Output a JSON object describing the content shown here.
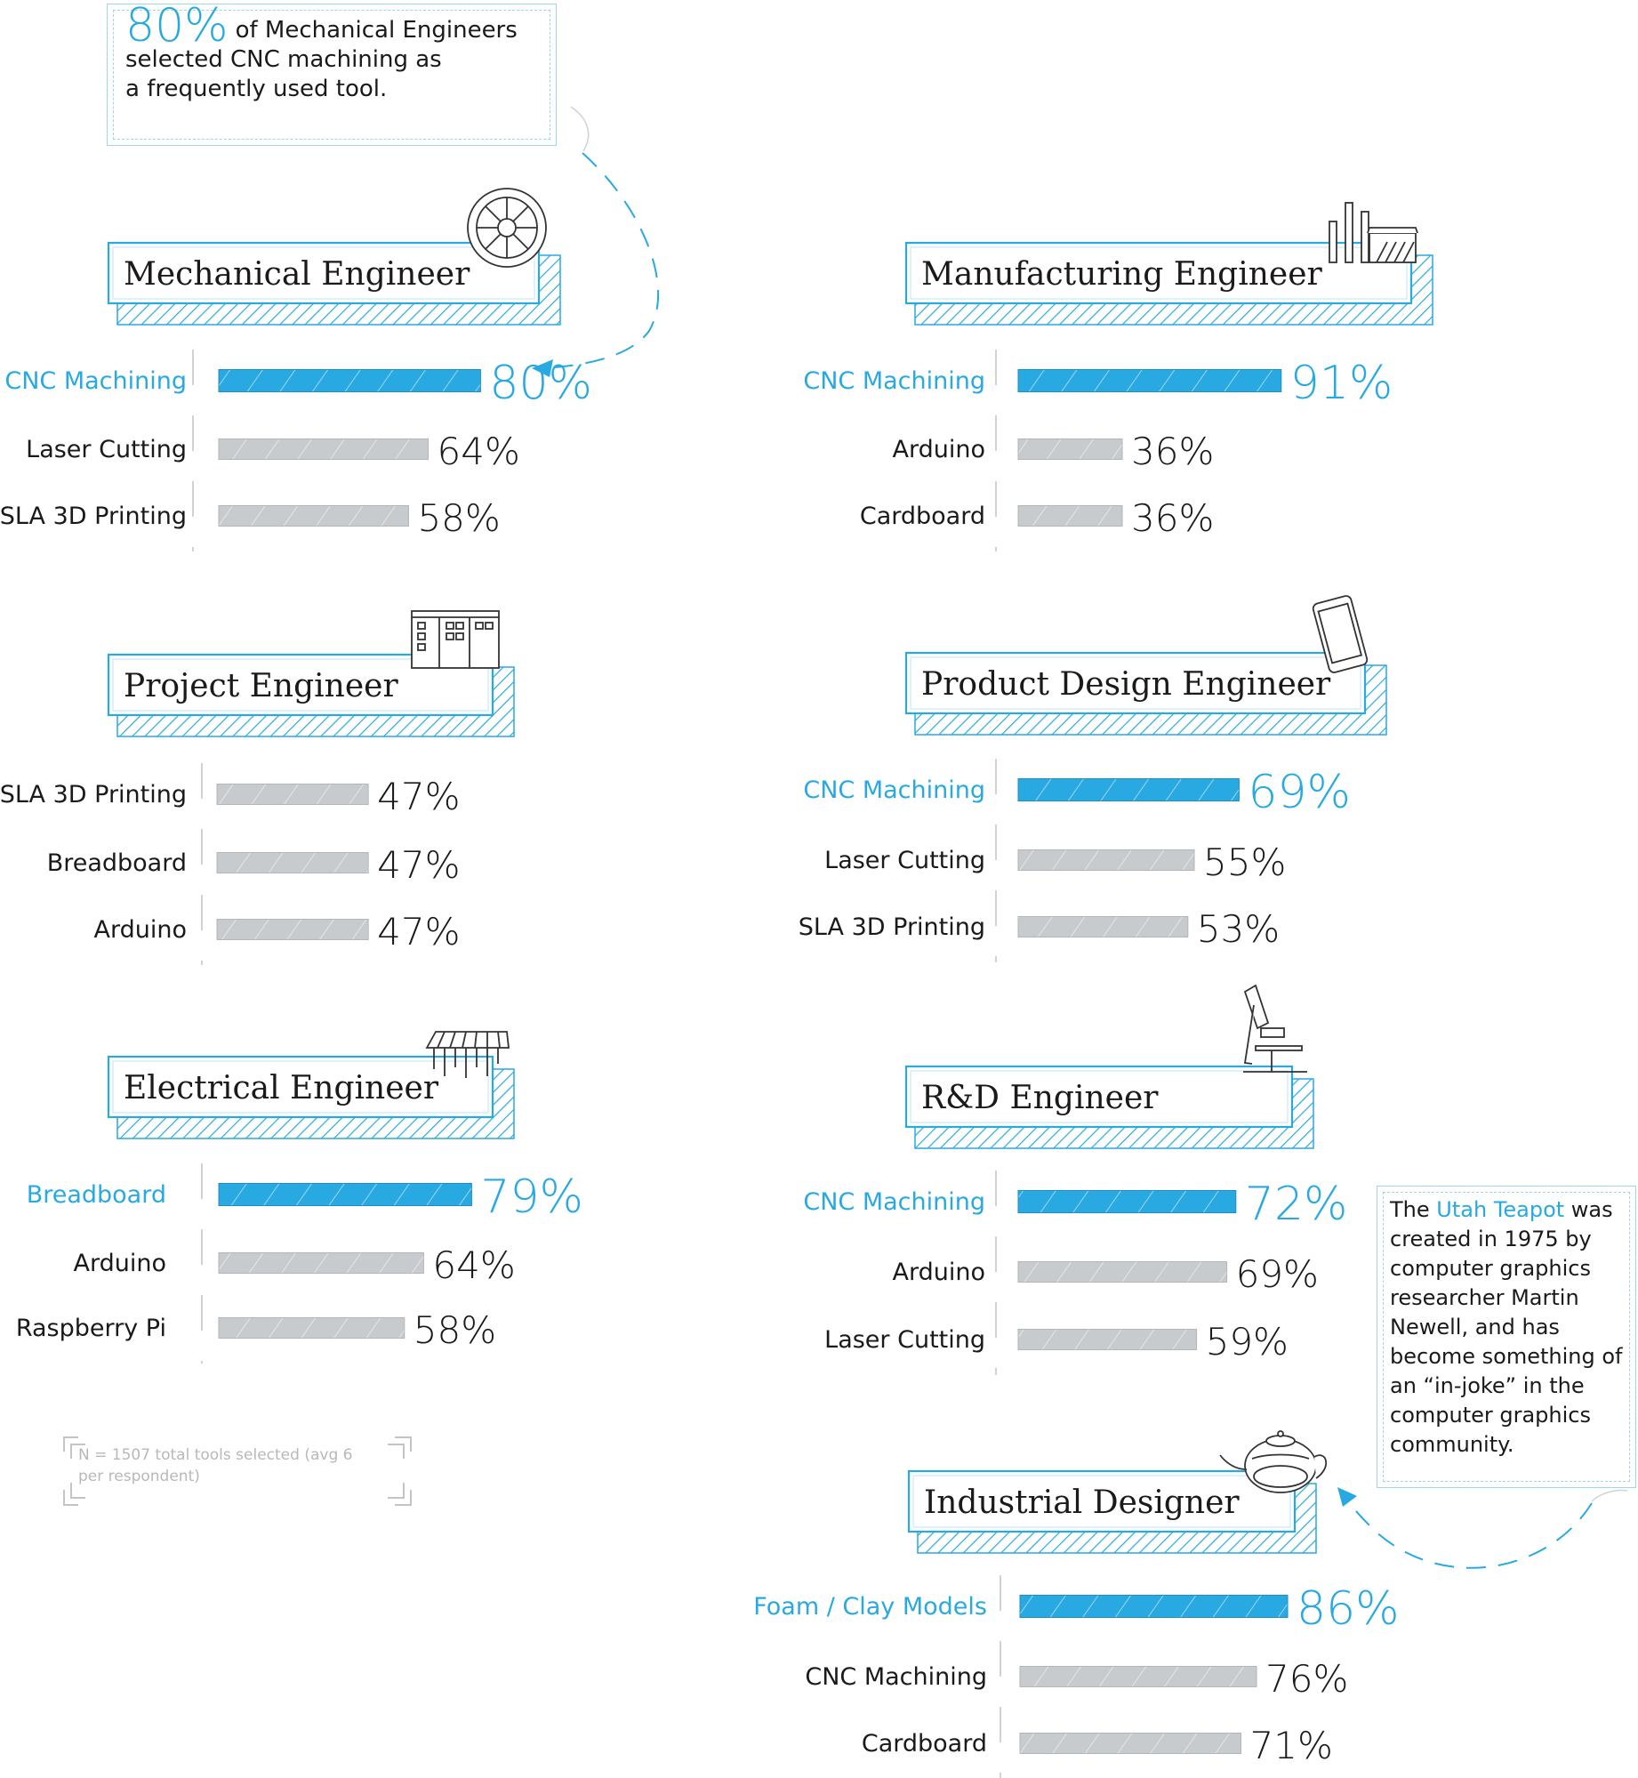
{
  "colors": {
    "accent": "#29a9e1",
    "bar_gray": "#c8cbcd",
    "text": "#1a1a1a",
    "note": "#b8b8b8"
  },
  "callout_top": {
    "big": "80%",
    "line1": "of Mechanical Engineers",
    "line2": "selected CNC machining as",
    "line3": "a frequently used tool."
  },
  "callout_teapot": {
    "t1": "The ",
    "hl": "Utah Teapot",
    "t2": " was created in 1975 by computer graphics researcher Martin Newell, and has become something of an “in-joke” in the computer graphics community."
  },
  "note": "N = 1507 total tools selected (avg 6 per respondent)",
  "icons": [
    "gear-icon",
    "factory-icon",
    "kanban-board-icon",
    "smartphone-icon",
    "microchip-icon",
    "microscope-icon",
    "teapot-icon"
  ],
  "chart_data": [
    {
      "type": "bar",
      "title": "Mechanical Engineer",
      "icon": "gear-icon",
      "categories": [
        "CNC Machining",
        "Laser Cutting",
        "SLA 3D Printing"
      ],
      "values": [
        80,
        64,
        58
      ],
      "unit": "%",
      "highlight_index": 0
    },
    {
      "type": "bar",
      "title": "Manufacturing Engineer",
      "icon": "factory-icon",
      "categories": [
        "CNC Machining",
        "Arduino",
        "Cardboard"
      ],
      "values": [
        91,
        36,
        36
      ],
      "unit": "%",
      "highlight_index": 0
    },
    {
      "type": "bar",
      "title": "Project Engineer",
      "icon": "kanban-board-icon",
      "categories": [
        "SLA 3D Printing",
        "Breadboard",
        "Arduino"
      ],
      "values": [
        47,
        47,
        47
      ],
      "unit": "%",
      "highlight_index": -1
    },
    {
      "type": "bar",
      "title": "Product Design Engineer",
      "icon": "smartphone-icon",
      "categories": [
        "CNC Machining",
        "Laser Cutting",
        "SLA 3D Printing"
      ],
      "values": [
        69,
        55,
        53
      ],
      "unit": "%",
      "highlight_index": 0
    },
    {
      "type": "bar",
      "title": "Electrical Engineer",
      "icon": "microchip-icon",
      "categories": [
        "Breadboard",
        "Arduino",
        "Raspberry Pi"
      ],
      "values": [
        79,
        64,
        58
      ],
      "unit": "%",
      "highlight_index": 0
    },
    {
      "type": "bar",
      "title": "R&D Engineer",
      "icon": "microscope-icon",
      "categories": [
        "CNC Machining",
        "Arduino",
        "Laser Cutting"
      ],
      "values": [
        72,
        69,
        59
      ],
      "unit": "%",
      "highlight_index": 0
    },
    {
      "type": "bar",
      "title": "Industrial Designer",
      "icon": "teapot-icon",
      "categories": [
        "Foam /  Clay Models",
        "CNC Machining",
        "Cardboard"
      ],
      "values": [
        86,
        76,
        71
      ],
      "unit": "%",
      "highlight_index": 0
    }
  ]
}
